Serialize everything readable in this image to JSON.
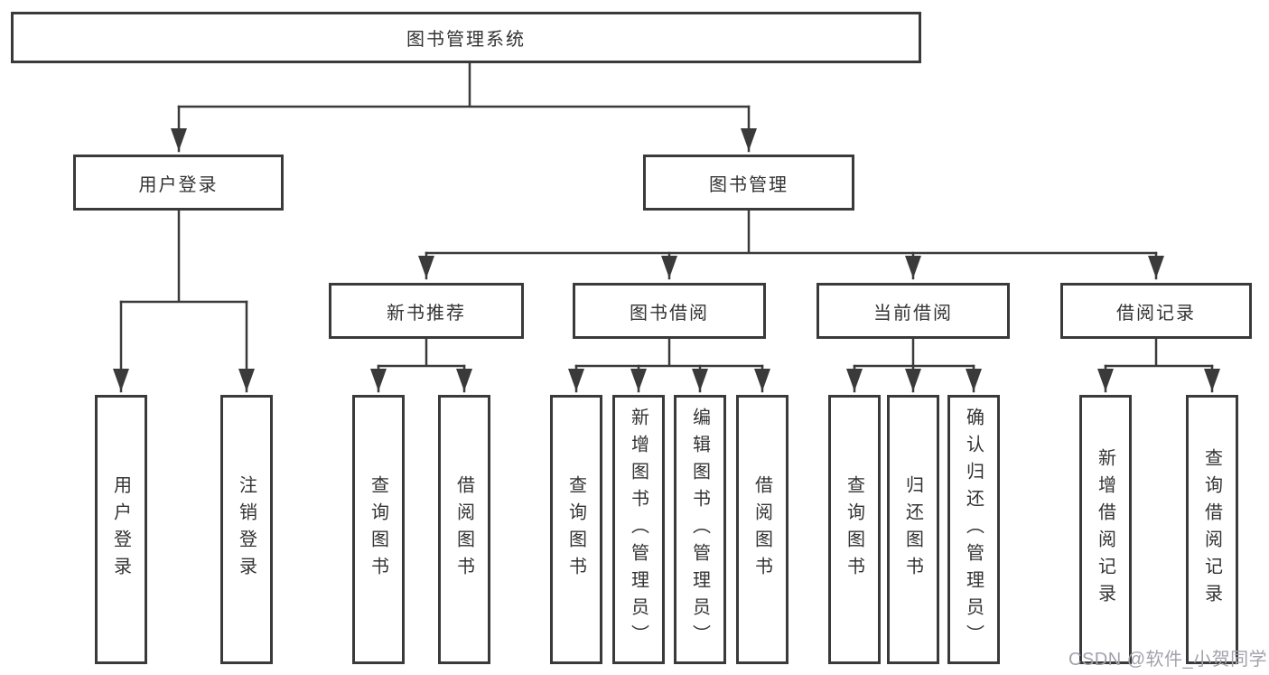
{
  "colors": {
    "line": "#3a3a3a",
    "box_border": "#3a3a3a",
    "text": "#333333",
    "watermark": "#a2a3ab",
    "background": "#ffffff"
  },
  "tree": {
    "label": "图书管理系统",
    "children": [
      {
        "label": "用户登录",
        "children": [
          {
            "label": "用户登录"
          },
          {
            "label": "注销登录"
          }
        ]
      },
      {
        "label": "图书管理",
        "children": [
          {
            "label": "新书推荐",
            "children": [
              {
                "label": "查询图书"
              },
              {
                "label": "借阅图书"
              }
            ]
          },
          {
            "label": "图书借阅",
            "children": [
              {
                "label": "查询图书"
              },
              {
                "label": "新增图书（管理员）"
              },
              {
                "label": "编辑图书（管理员）"
              },
              {
                "label": "借阅图书"
              }
            ]
          },
          {
            "label": "当前借阅",
            "children": [
              {
                "label": "查询图书"
              },
              {
                "label": "归还图书"
              },
              {
                "label": "确认归还（管理员）"
              }
            ]
          },
          {
            "label": "借阅记录",
            "children": [
              {
                "label": "新增借阅记录"
              },
              {
                "label": "查询借阅记录"
              }
            ]
          }
        ]
      }
    ]
  },
  "watermark": {
    "text": "CSDN @软件_小贺同学"
  }
}
